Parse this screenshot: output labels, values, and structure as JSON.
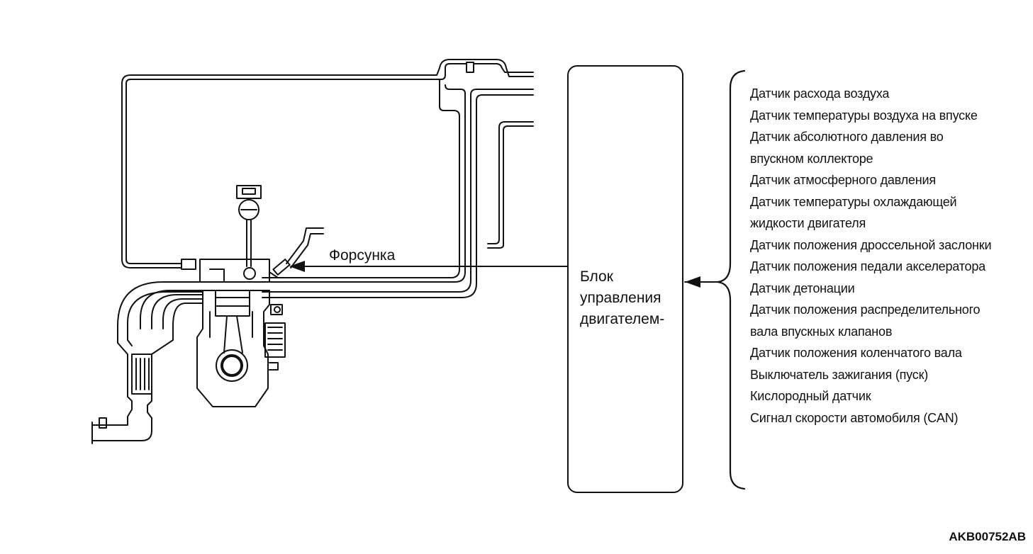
{
  "ecu": {
    "label": "Блок\nуправления\nдвигателем-"
  },
  "injector": {
    "label": "Форсунка"
  },
  "sensors": [
    "Датчик расхода воздуха",
    "Датчик температуры воздуха на впуске",
    "Датчик абсолютного давления во",
    "впускном коллекторе",
    "Датчик атмосферного давления",
    "Датчик температуры охлаждающей",
    "жидкости двигателя",
    "Датчик положения дроссельной заслонки",
    "Датчик положения педали акселератора",
    "Датчик детонации",
    "Датчик положения распределительного",
    "вала впускных клапанов",
    "Датчик положения коленчатого вала",
    "Выключатель зажигания (пуск)",
    "Кислородный датчик",
    "Сигнал скорости автомобиля (CAN)"
  ],
  "reference_code": "AKB00752AB"
}
